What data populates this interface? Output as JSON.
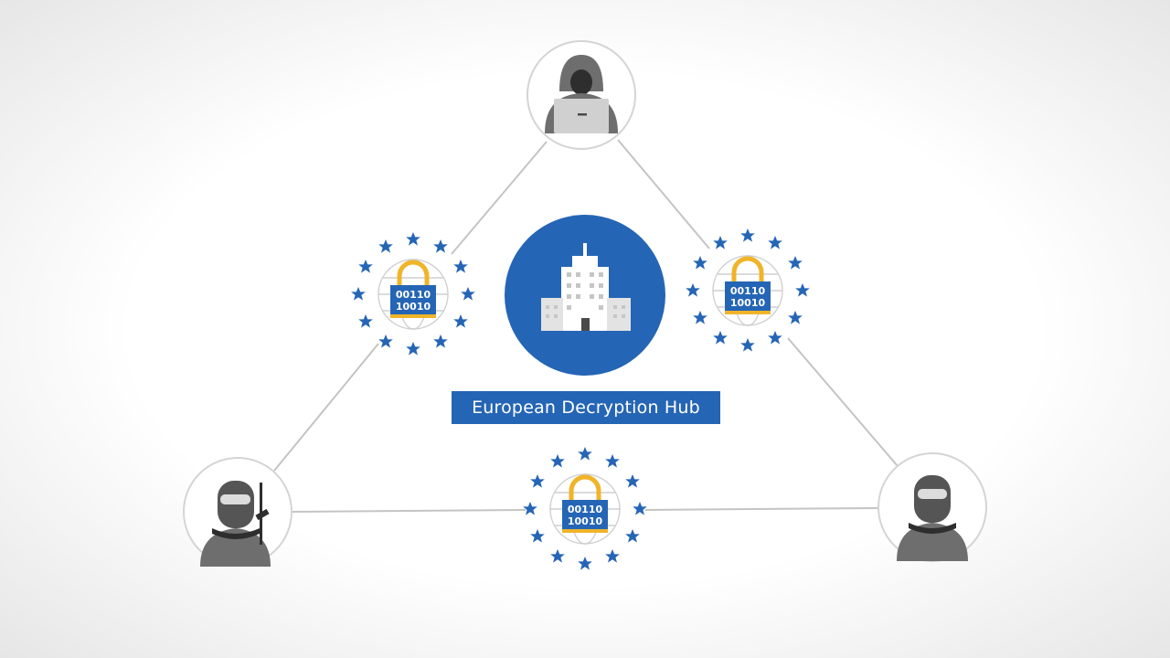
{
  "hub": {
    "label": "European Decryption Hub"
  },
  "icons": {
    "top": "hacker-laptop-icon",
    "left": "masked-criminal-with-rifle-icon",
    "right": "masked-criminal-icon",
    "center": "headquarters-building-icon",
    "locks": "eu-encrypted-lock-icon"
  },
  "lock_code": {
    "line1": "00110",
    "line2": "10010"
  },
  "colors": {
    "eu_blue": "#2565b5",
    "lock_gold": "#f0b429",
    "figure_gray": "#6e6e6e",
    "line_gray": "#c4c4c4"
  }
}
